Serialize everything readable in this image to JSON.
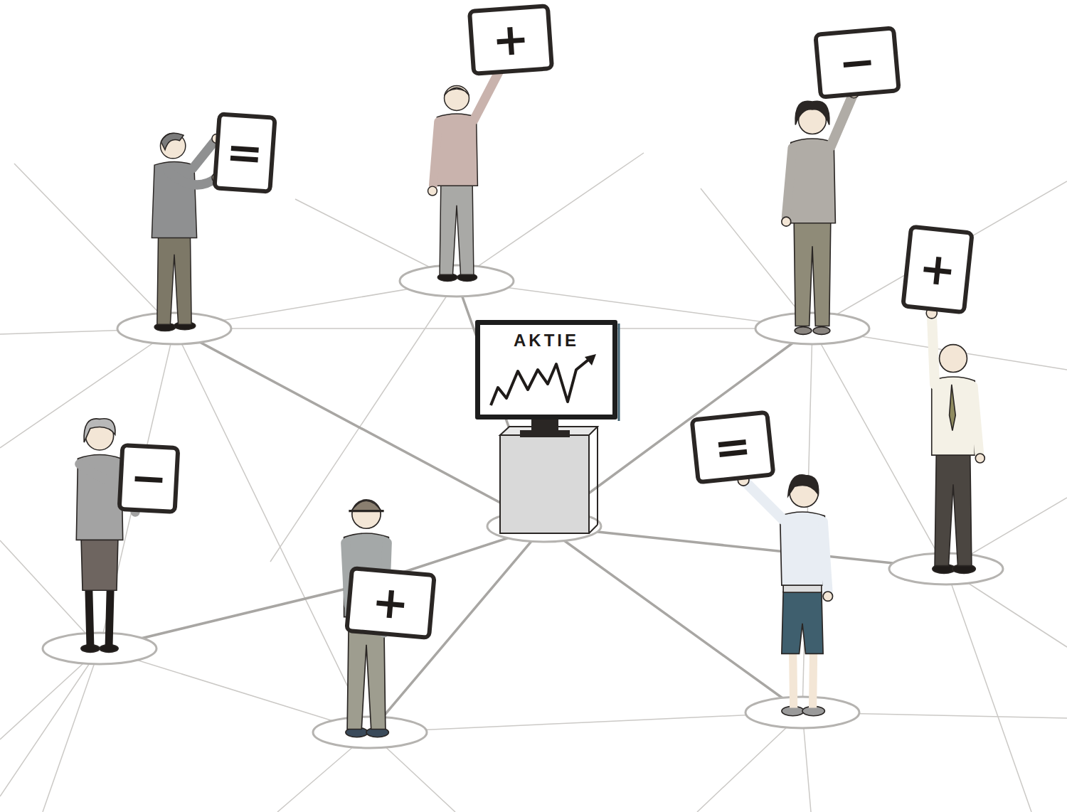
{
  "diagram": {
    "nodes": [
      {
        "text": [
          "+"
        ]
      },
      {
        "text": [
          "−"
        ]
      },
      {
        "text": [
          "="
        ]
      },
      {
        "text": [
          "+"
        ]
      },
      {
        "text": [
          "AKTIE"
        ]
      },
      {
        "text": [
          "="
        ]
      },
      {
        "text": [
          "−"
        ]
      },
      {
        "text": [
          "+"
        ]
      }
    ]
  }
}
